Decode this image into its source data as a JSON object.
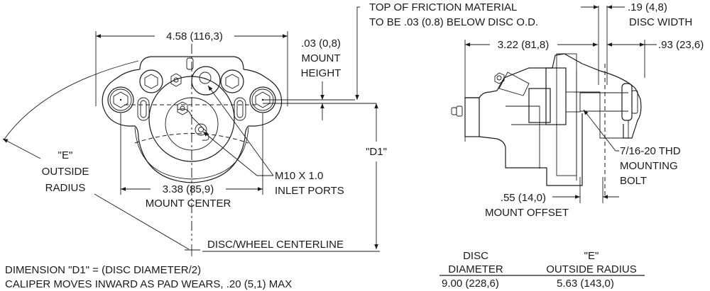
{
  "title": "Caliper Dimension Drawing",
  "front_view": {
    "overall_width": "4.58 (116,3)",
    "mount_height": [
      ".03 (0,8)",
      "MOUNT",
      "HEIGHT"
    ],
    "outside_radius": [
      "\"E\"",
      "OUTSIDE",
      "RADIUS"
    ],
    "mount_center": [
      "3.38 (85,9)",
      "MOUNT CENTER"
    ],
    "inlet_ports": [
      "M10 X 1.0",
      "INLET PORTS"
    ],
    "d1": "\"D1\"",
    "centerline": "DISC/WHEEL CENTERLINE"
  },
  "friction_note": [
    "TOP OF FRICTION MATERIAL",
    "TO BE .03 (0.8) BELOW DISC O.D."
  ],
  "side_view": {
    "disc_width": [
      ".19 (4,8)",
      "DISC WIDTH"
    ],
    "body_depth": "3.22 (81,8)",
    "outer_offset": ".93 (23,6)",
    "mounting_bolt": [
      "7/16-20 THD",
      "MOUNTING",
      "BOLT"
    ],
    "mount_offset": [
      ".55 (14,0)",
      "MOUNT OFFSET"
    ]
  },
  "notes": [
    "DIMENSION \"D1\" = (DISC DIAMETER/2)",
    "CALIPER MOVES INWARD AS PAD WEARS, .20 (5,1) MAX"
  ],
  "table": {
    "headers": [
      [
        "DISC",
        "DIAMETER"
      ],
      [
        "\"E\"",
        "OUTSIDE RADIUS"
      ]
    ],
    "rows": [
      [
        "9.00  (228,6)",
        "5.63  (143,0)"
      ]
    ]
  }
}
